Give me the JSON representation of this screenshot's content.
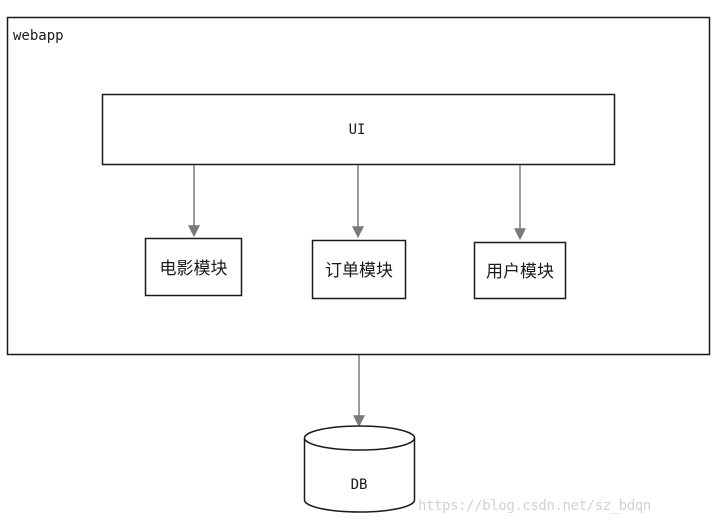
{
  "container": {
    "label": "webapp"
  },
  "ui_box": {
    "label": "UI"
  },
  "modules": [
    {
      "label": "电影模块"
    },
    {
      "label": "订单模块"
    },
    {
      "label": "用户模块"
    }
  ],
  "database": {
    "label": "DB"
  },
  "watermark": "https://blog.csdn.net/sz_bdqn",
  "colors": {
    "stroke": "#1a1a1a",
    "arrow": "#7a7a7a",
    "watermark": "#d2d2d2"
  }
}
